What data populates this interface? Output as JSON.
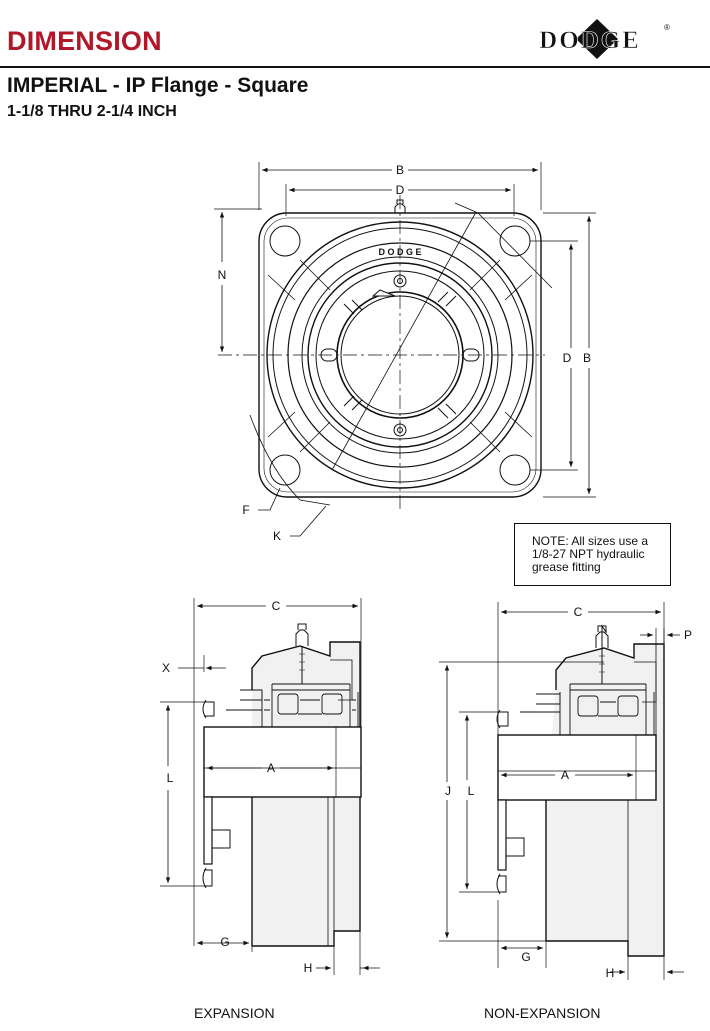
{
  "header": {
    "title": "DIMENSION",
    "subtitle": "IMPERIAL - IP Flange - Square",
    "size_range": "1-1/8 THRU 2-1/4 INCH",
    "brand": "DODGE",
    "brand_mark": "®"
  },
  "colors": {
    "title": "#b0182a",
    "ink": "#111111",
    "fill": "#f1f1f1"
  },
  "front_view": {
    "labels": {
      "b_top": "B",
      "d_top": "D",
      "n": "N",
      "d_right": "D",
      "b_right": "B",
      "f": "F",
      "k": "K"
    },
    "housing_text": "D O D G E"
  },
  "note": {
    "line1": "NOTE:  All sizes use a",
    "line2": "1/8-27 NPT hydraulic",
    "line3": "grease fitting"
  },
  "expansion_view": {
    "caption": "EXPANSION",
    "labels": {
      "c": "C",
      "x": "X",
      "l": "L",
      "a": "A",
      "g": "G",
      "h": "H"
    }
  },
  "non_expansion_view": {
    "caption": "NON-EXPANSION",
    "labels": {
      "c": "C",
      "p": "P",
      "j": "J",
      "l": "L",
      "a": "A",
      "g": "G",
      "h": "H"
    }
  }
}
